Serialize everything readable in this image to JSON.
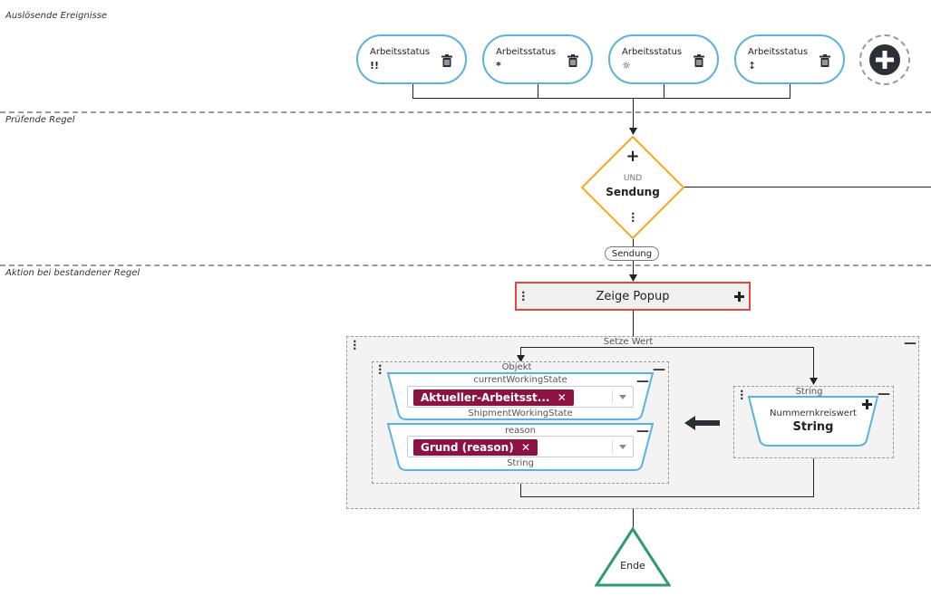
{
  "sections": {
    "triggers": "Auslösende Ereignisse",
    "check": "Prüfende Regel",
    "action": "Aktion bei bestandener Regel"
  },
  "triggers": [
    {
      "title": "Arbeitsstatus",
      "symbol": "!!"
    },
    {
      "title": "Arbeitsstatus",
      "symbol": "*"
    },
    {
      "title": "Arbeitsstatus",
      "symbol": "☼"
    },
    {
      "title": "Arbeitsstatus",
      "symbol": "↕"
    }
  ],
  "rule": {
    "plus": "+",
    "operator": "UND",
    "name": "Sendung",
    "badge": "Sendung"
  },
  "popup": {
    "label": "Zeige Popup"
  },
  "set_value": {
    "title": "Setze Wert",
    "object": {
      "title": "Objekt",
      "field1": {
        "label": "currentWorkingState",
        "chip": "Aktueller-Arbeitsst...",
        "type": "ShipmentWorkingState"
      },
      "field2": {
        "label": "reason",
        "chip": "Grund (reason)",
        "type": "String"
      }
    },
    "string": {
      "title": "String",
      "sub": "Nummernkreiswert",
      "value": "String"
    }
  },
  "end": {
    "label": "Ende"
  },
  "colors": {
    "trigger_border": "#5ab3dd",
    "rule_border": "#f2a91e",
    "popup_border": "#e0493e",
    "chip": "#8c1242",
    "end_border": "#2f9a6e"
  }
}
